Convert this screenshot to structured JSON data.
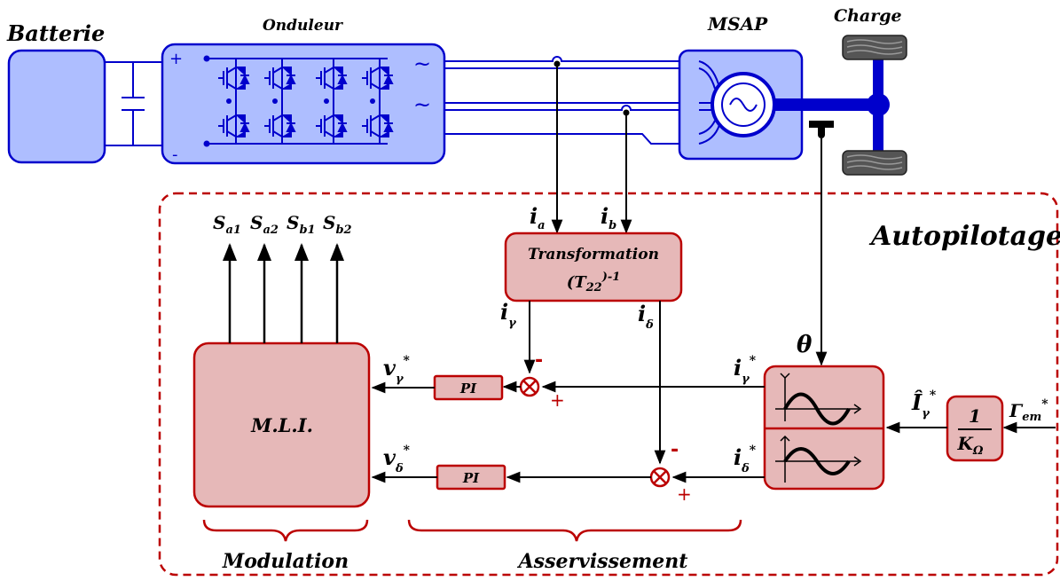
{
  "colors": {
    "power_blue": "#0000cc",
    "power_fill": "#aebeff",
    "control_red": "#bb0000",
    "control_fill": "#e6b8b8",
    "tire_gray": "#555555"
  },
  "power_stage": {
    "battery": "Batterie",
    "inverter": "Onduleur",
    "plus": "+",
    "minus": "-",
    "motor": "MSAP",
    "load": "Charge",
    "ac_symbol": "~"
  },
  "control": {
    "region_label": "Autopilotage",
    "transform": {
      "line1": "Transformation",
      "base": "(T",
      "sub": "22",
      "sup": ")-1"
    },
    "mli": "M.L.I.",
    "pi1": "PI",
    "pi2": "PI",
    "minus": "-",
    "plus": "+",
    "theta": "θ",
    "gain": {
      "num": "1",
      "den": "K",
      "den_sub": "Ω"
    },
    "brace_modulation": "Modulation",
    "brace_asservissement": "Asservissement"
  },
  "signals": {
    "ia": {
      "base": "i",
      "sub": "a"
    },
    "ib": {
      "base": "i",
      "sub": "b"
    },
    "igamma": {
      "base": "i",
      "sub": "γ"
    },
    "idelta": {
      "base": "i",
      "sub": "δ"
    },
    "igamma_ref": {
      "base": "i",
      "sub": "γ",
      "sup": "*"
    },
    "idelta_ref": {
      "base": "i",
      "sub": "δ",
      "sup": "*"
    },
    "vgamma_ref": {
      "base": "v",
      "sub": "γ",
      "sup": "*"
    },
    "vdelta_ref": {
      "base": "v",
      "sub": "δ",
      "sup": "*"
    },
    "Igamma_hat_ref": {
      "base": "Î",
      "sub": "γ",
      "sup": "*"
    },
    "gamma_em_ref": {
      "base": "Γ",
      "sub": "em",
      "sup": "*"
    },
    "switches": [
      {
        "base": "S",
        "sub": "a1"
      },
      {
        "base": "S",
        "sub": "a2"
      },
      {
        "base": "S",
        "sub": "b1"
      },
      {
        "base": "S",
        "sub": "b2"
      }
    ]
  }
}
